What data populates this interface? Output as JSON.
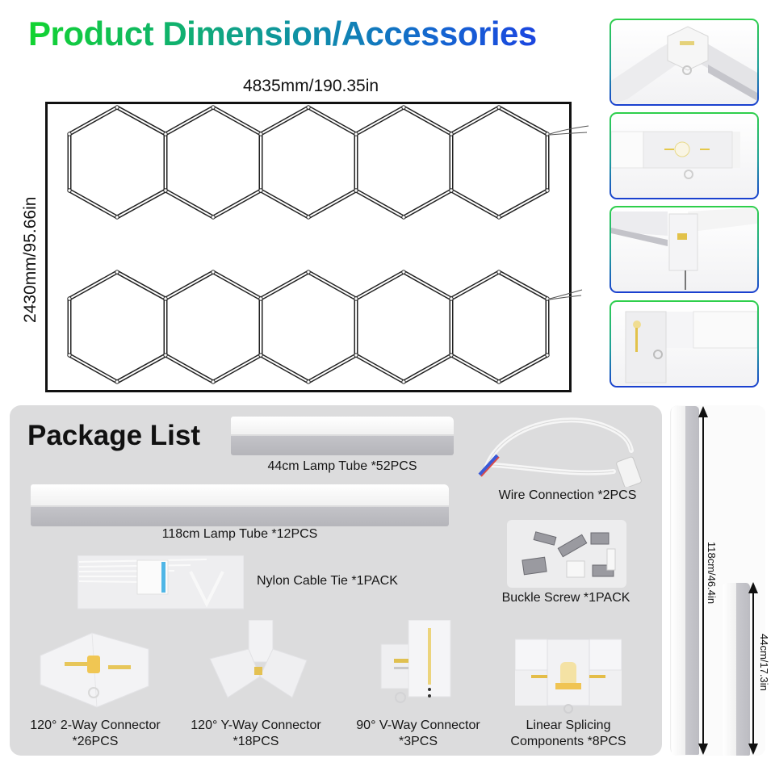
{
  "header": {
    "title": "Product Dimension/Accessories",
    "title_gradient": [
      "#12d430",
      "#1b45e0"
    ]
  },
  "dimensions": {
    "width_label": "4835mm/190.35in",
    "height_label": "2430mm/95.66in",
    "layout": {
      "rows": 2,
      "hexagons_per_row": 5,
      "total_hexagons": 10,
      "power_leads": 2
    }
  },
  "detail_views": [
    {
      "name": "120-degree-corner-connector-closeup"
    },
    {
      "name": "linear-splice-connector-closeup"
    },
    {
      "name": "y-connector-with-power-plug-closeup"
    },
    {
      "name": "90-degree-connector-closeup"
    }
  ],
  "detail_border_colors": [
    "#2ed04a",
    "#1a3fd0"
  ],
  "package": {
    "title": "Package List",
    "panel_color": "#dcdcdd",
    "items": [
      {
        "id": "tube44",
        "label": "44cm Lamp Tube *52PCS",
        "name": "44cm Lamp Tube",
        "qty": "52PCS"
      },
      {
        "id": "wire",
        "label": "Wire Connection *2PCS",
        "name": "Wire Connection",
        "qty": "2PCS"
      },
      {
        "id": "tube118",
        "label": "118cm Lamp Tube *12PCS",
        "name": "118cm Lamp Tube",
        "qty": "12PCS"
      },
      {
        "id": "cable_tie",
        "label": "Nylon Cable Tie *1PACK",
        "name": "Nylon Cable Tie",
        "qty": "1PACK"
      },
      {
        "id": "buckle",
        "label": "Buckle Screw *1PACK",
        "name": "Buckle Screw",
        "qty": "1PACK"
      },
      {
        "id": "conn2way",
        "label_line1": "120° 2-Way Connector",
        "label_line2": "*26PCS",
        "qty": "26PCS"
      },
      {
        "id": "connY",
        "label_line1": "120° Y-Way Connector",
        "label_line2": "*18PCS",
        "qty": "18PCS"
      },
      {
        "id": "connV",
        "label_line1": "90° V-Way Connector",
        "label_line2": "*3PCS",
        "qty": "3PCS"
      },
      {
        "id": "linear",
        "label_line1": "Linear Splicing",
        "label_line2": "Components *8PCS",
        "qty": "8PCS"
      }
    ]
  },
  "tube_sizes": {
    "long": "118cm/46.4in",
    "short": "44cm/17.3in"
  }
}
